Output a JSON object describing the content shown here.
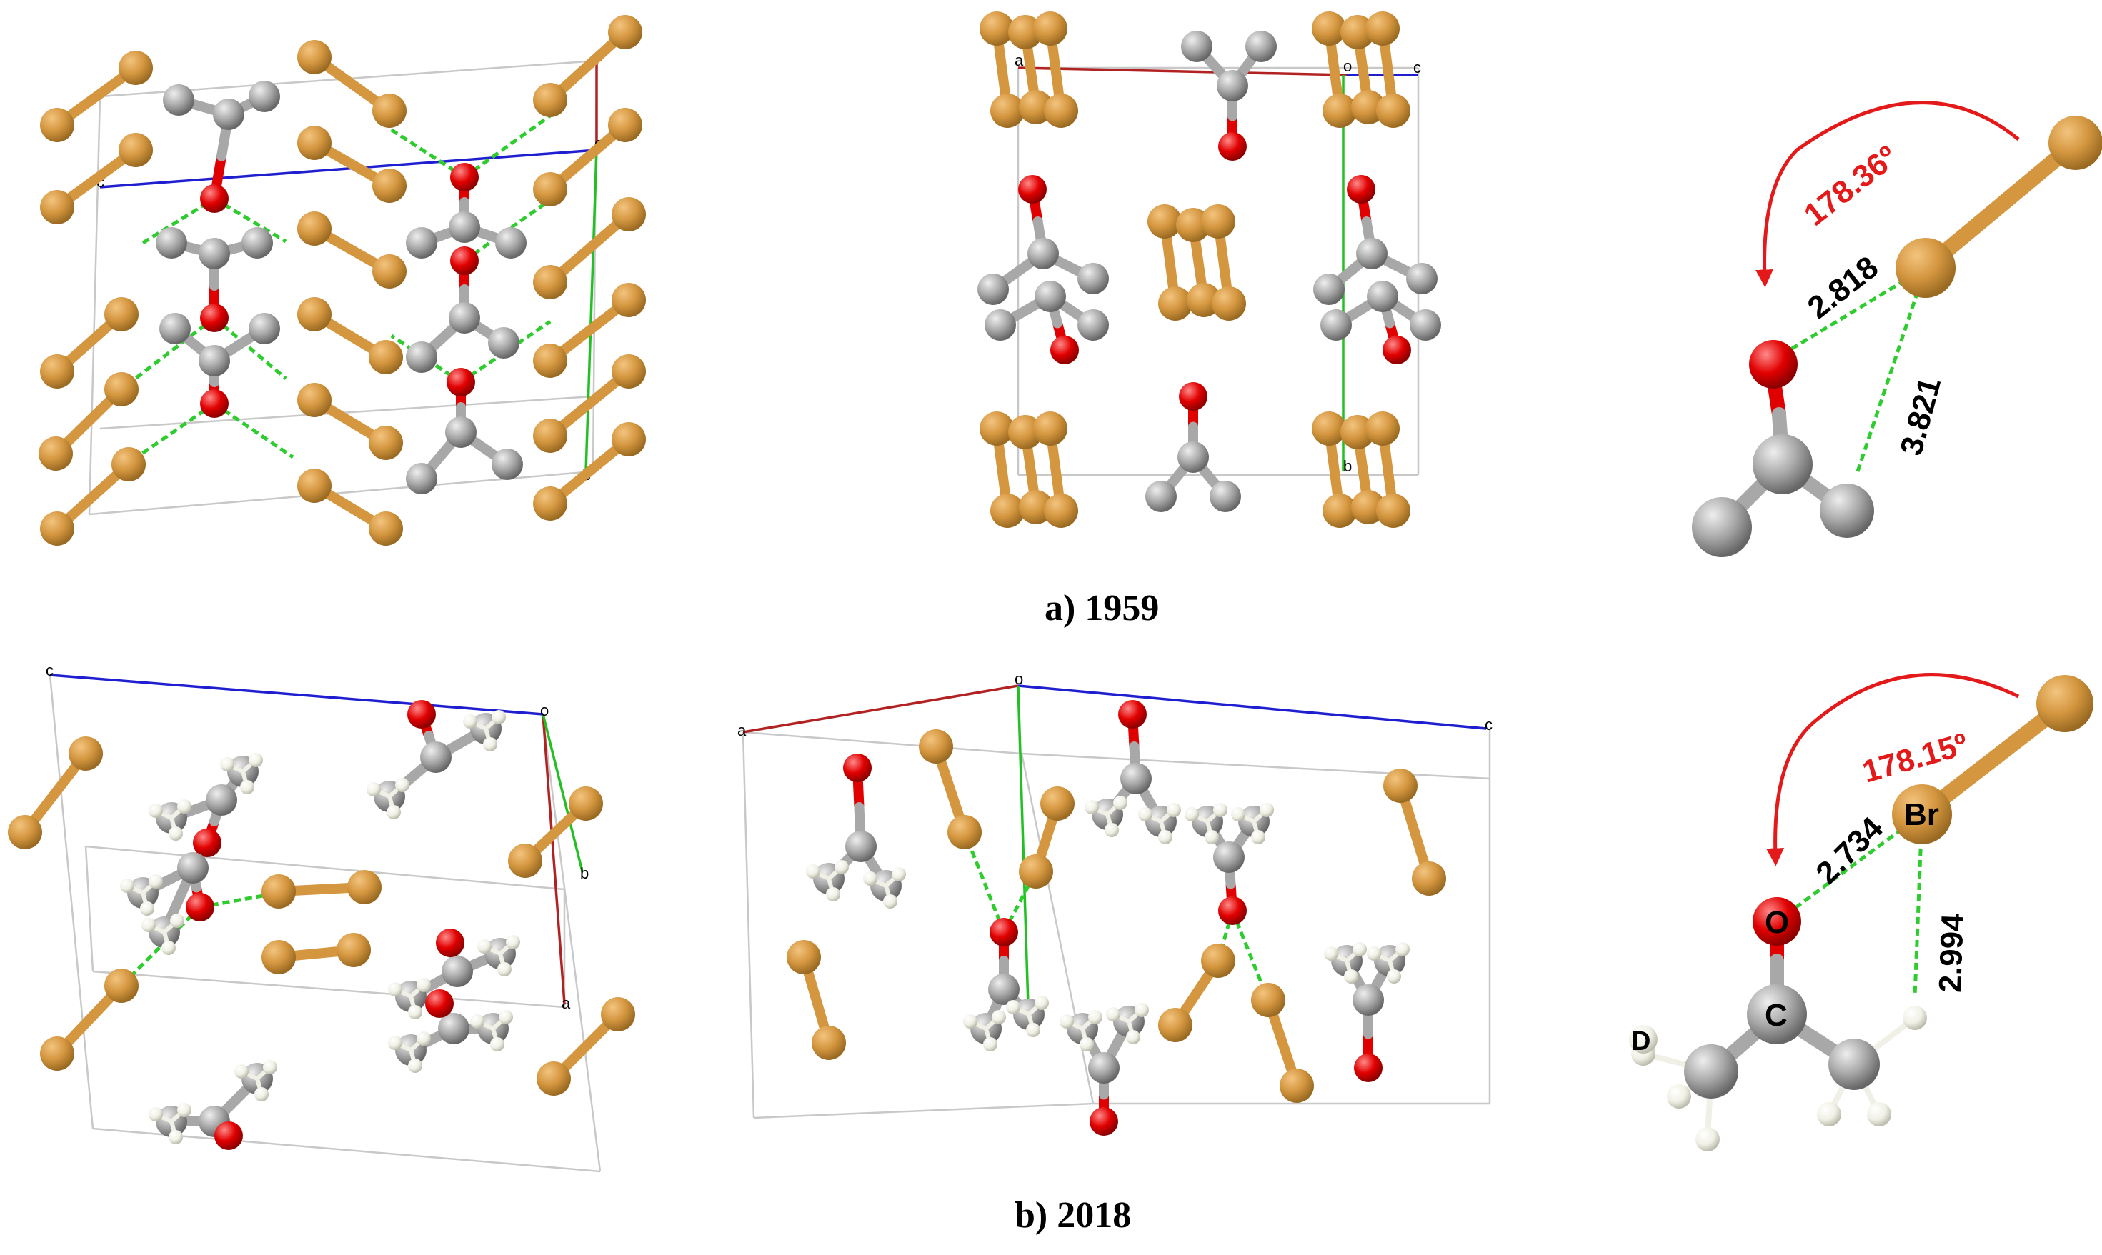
{
  "colors": {
    "bromine": "#d4963f",
    "oxygen": "#e10000",
    "carbon": "#a8a8a8",
    "hydrogen": "#f0f0e6",
    "hbond": "#2ecc2e",
    "axis_a": "#b22222",
    "axis_b": "#22c022",
    "axis_c": "#1f1fd0",
    "cell": "#c8c8c8",
    "angle_label": "#e41a1a",
    "distance_label": "#000000"
  },
  "captions": {
    "top": "a) 1959",
    "bottom": "b) 2018"
  },
  "axis_labels": {
    "a": "a",
    "b": "b",
    "c": "c",
    "o": "o"
  },
  "panels": {
    "top_detail": {
      "angle": "178.36º",
      "dist_o_br": "2.818",
      "dist_c_br": "3.821"
    },
    "bottom_detail": {
      "angle": "178.15º",
      "dist_o_br": "2.734",
      "dist_h_br": "2.994",
      "atom_labels": {
        "br": "Br",
        "o": "O",
        "c": "C",
        "d": "D"
      }
    }
  }
}
